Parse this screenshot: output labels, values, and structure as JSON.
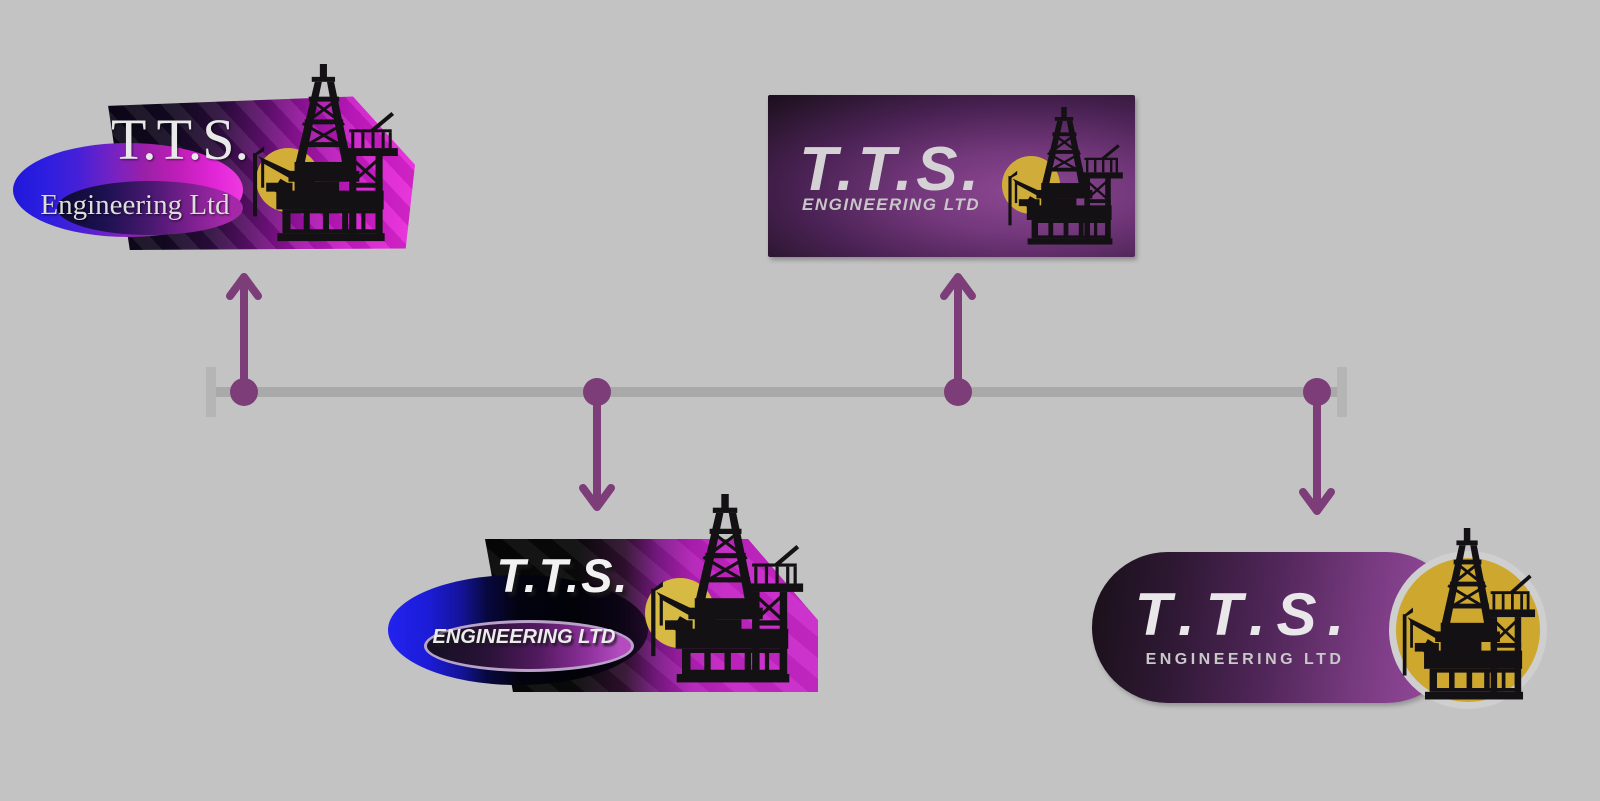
{
  "palette": {
    "background": "#c3c3c3",
    "timeline_bar": "#a9a9a9",
    "timeline_node_and_arrow": "#7c3d79",
    "magenta": "#ca28ca",
    "purple": "#8d4892",
    "blue": "#2222f0",
    "gold": "#d2ae38",
    "silhouette_black": "#141114",
    "text_silver": "#d4d2d4"
  },
  "timeline": {
    "node_count": 4,
    "nodes": [
      {
        "index": 1,
        "arrow_direction": "up"
      },
      {
        "index": 2,
        "arrow_direction": "down"
      },
      {
        "index": 3,
        "arrow_direction": "up"
      },
      {
        "index": 4,
        "arrow_direction": "down"
      }
    ]
  },
  "logos": [
    {
      "id": "version-1",
      "position": "top-left",
      "wordmark": "T.T.S.",
      "subtitle": "Engineering Ltd",
      "style": "serif wordmark, blue ellipse badge, striped magenta parallelogram, gold sun, oil-rig silhouette"
    },
    {
      "id": "version-2",
      "position": "top-center-right",
      "wordmark": "T.T.S.",
      "subtitle": "ENGINEERING LTD",
      "style": "techno wordmark on dark purple rectangle, gold sun, oil-rig silhouette"
    },
    {
      "id": "version-3",
      "position": "bottom-center",
      "wordmark": "T.T.S.",
      "subtitle": "ENGINEERING LTD",
      "style": "techno wordmark with shadow, blue ellipse badge, black-to-magenta parallelogram, gold sun, oil-rig silhouette"
    },
    {
      "id": "version-4",
      "position": "bottom-right",
      "wordmark": "T.T.S.",
      "subtitle": "ENGINEERING LTD",
      "style": "techno wordmark on purple pill, large gold sun disc, oil-rig silhouette"
    }
  ],
  "icons": {
    "oil_rig": "oil-rig-silhouette-icon",
    "sun": "gold-sun-disc",
    "arrow_up": "up-arrow",
    "arrow_down": "down-arrow"
  }
}
